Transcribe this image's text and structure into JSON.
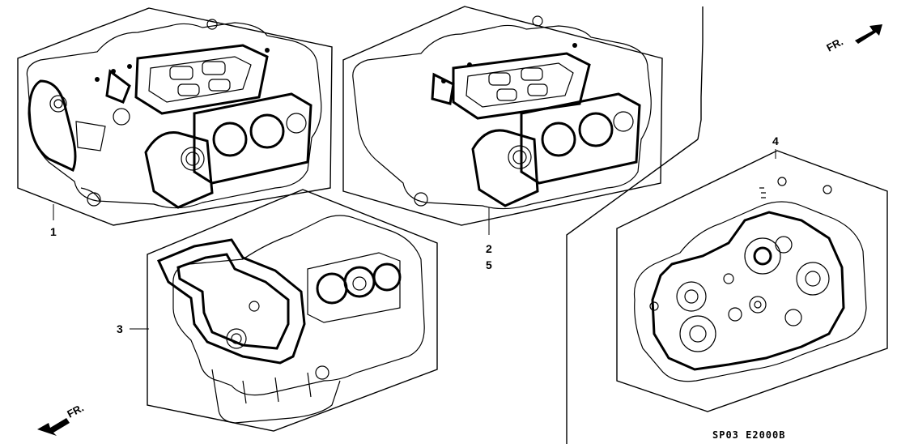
{
  "callouts": {
    "c1": "1",
    "c2": "2",
    "c5": "5",
    "c3": "3",
    "c4": "4"
  },
  "direction_marks": {
    "top": "FR.",
    "bottom": "FR."
  },
  "diagram_code": "SP03 E2000B",
  "colors": {
    "line": "#000000",
    "background": "#ffffff"
  }
}
